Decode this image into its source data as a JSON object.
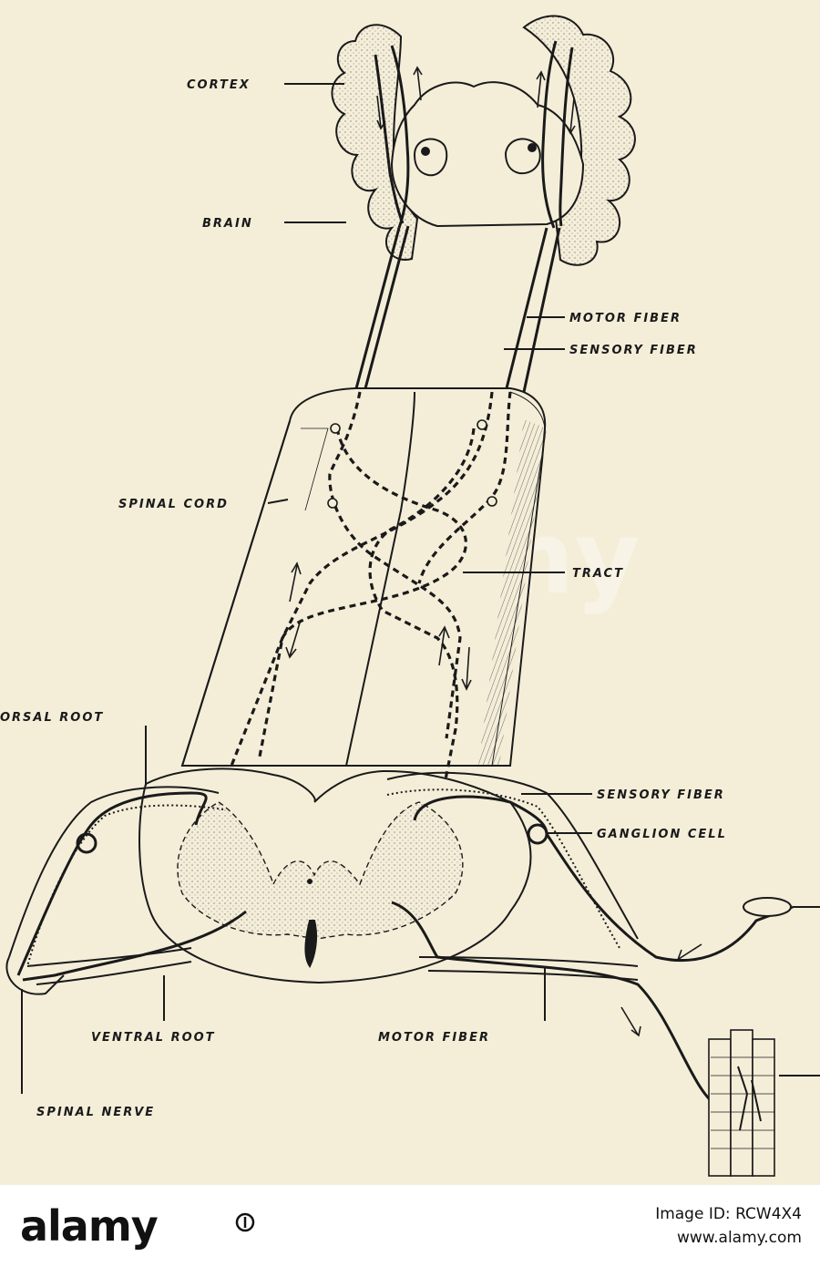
{
  "diagram": {
    "labels": {
      "cortex": "CORTEX",
      "brain": "BRAIN",
      "motor_fiber_top": "MOTOR FIBER",
      "sensory_fiber_top": "SENSORY FIBER",
      "spinal_cord": "SPINAL CORD",
      "tract": "TRACT",
      "dorsal_root": "ORSAL ROOT",
      "sensory_fiber_bottom": "SENSORY FIBER",
      "ganglion_cell": "GANGLION CELL",
      "ventral_root": "VENTRAL ROOT",
      "motor_fiber_bottom": "MOTOR FIBER",
      "spinal_nerve": "SPINAL NERVE"
    },
    "watermark": "alamy",
    "colors": {
      "background": "#f4eed9",
      "ink": "#1a1a1a"
    }
  },
  "footer": {
    "logo": "alamy",
    "image_id": "Image ID: RCW4X4",
    "site": "www.alamy.com"
  }
}
